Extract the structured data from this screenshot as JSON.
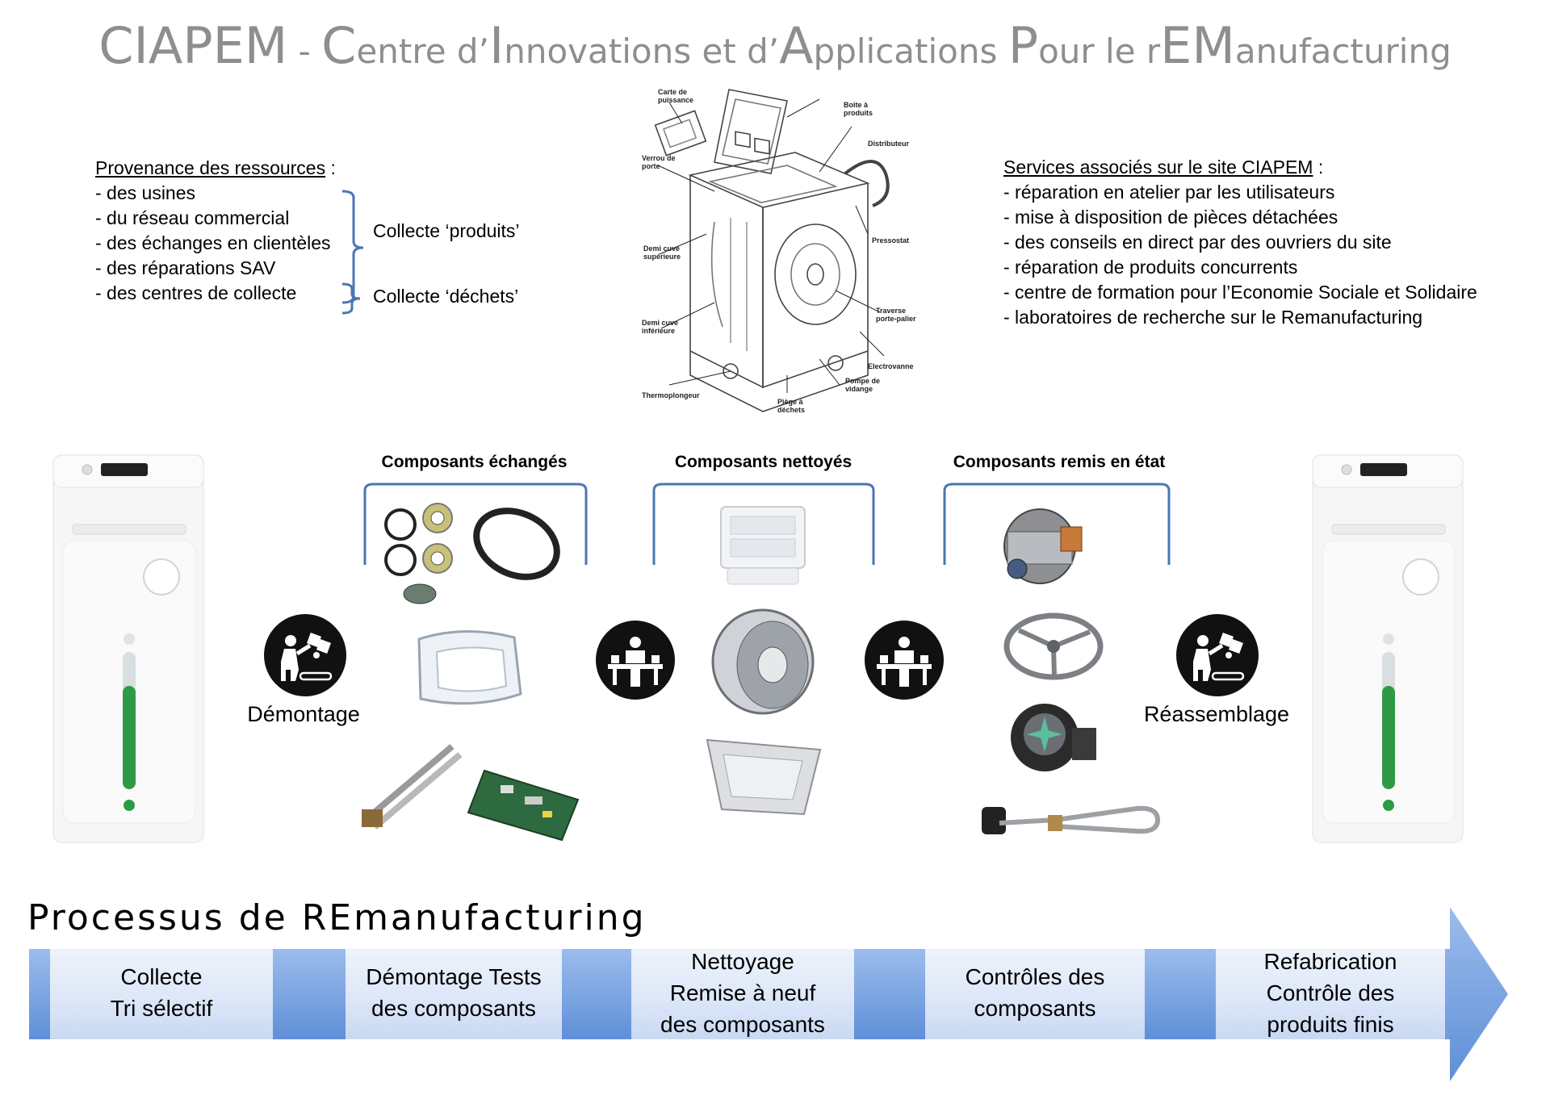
{
  "title": {
    "parts": [
      {
        "text": "CIAPEM",
        "big": true
      },
      {
        "text": " - ",
        "big": false
      },
      {
        "text": "C",
        "big": true
      },
      {
        "text": "entre d’",
        "big": false
      },
      {
        "text": "I",
        "big": true
      },
      {
        "text": "nnovations et d’",
        "big": false
      },
      {
        "text": "A",
        "big": true
      },
      {
        "text": "pplications ",
        "big": false
      },
      {
        "text": "P",
        "big": true
      },
      {
        "text": "our le r",
        "big": false
      },
      {
        "text": "EM",
        "big": true
      },
      {
        "text": "anufacturing",
        "big": false
      }
    ]
  },
  "resources": {
    "heading": "Provenance des ressources",
    "heading_suffix": " :",
    "items": [
      "- des usines",
      "- du réseau commercial",
      "- des échanges en clientèles",
      "- des réparations SAV",
      "- des centres de collecte"
    ],
    "group_products": "Collecte ‘produits’",
    "group_waste": "Collecte ‘déchets’"
  },
  "diagram_labels": {
    "carte": [
      "Carte de",
      "puissance"
    ],
    "boite": [
      "Boite à",
      "produits"
    ],
    "distributeur": [
      "Distributeur"
    ],
    "verrou": [
      "Verrou de",
      "porte"
    ],
    "pressostat": [
      "Pressostat"
    ],
    "demi_sup": [
      "Demi cuve",
      "supérieure"
    ],
    "traverse": [
      "Traverse",
      "porte-palier"
    ],
    "demi_inf": [
      "Demi cuve",
      "inférieure"
    ],
    "electrovanne": [
      "Electrovanne"
    ],
    "thermo": [
      "Thermoplongeur"
    ],
    "pompe": [
      "Pompe de",
      "vidange"
    ],
    "piege": [
      "Piège à",
      "déchets"
    ]
  },
  "services": {
    "heading": "Services associés sur le site CIAPEM",
    "heading_suffix": " :",
    "items": [
      "- réparation en atelier par les utilisateurs",
      "- mise à disposition de pièces détachées",
      "- des conseils en direct par des ouvriers du site",
      "- réparation de produits concurrents",
      "- centre de formation pour l’Economie Sociale et Solidaire",
      "- laboratoires de recherche sur le Remanufacturing"
    ]
  },
  "sections": {
    "exchanged": "Composants échangés",
    "cleaned": "Composants nettoyés",
    "refurbished": "Composants remis en état"
  },
  "steps": {
    "disassembly": "Démontage",
    "reassembly": "Réassemblage"
  },
  "process": {
    "title": "Processus de REmanufacturing",
    "stages": [
      [
        "Collecte",
        "Tri sélectif"
      ],
      [
        "Démontage Tests",
        "des composants"
      ],
      [
        "Nettoyage",
        "Remise à neuf",
        "des composants"
      ],
      [
        "Contrôles des",
        "composants"
      ],
      [
        "Refabrication",
        "Contrôle des",
        "produits finis"
      ]
    ]
  },
  "colors": {
    "title_gray": "#8e8e8e",
    "bracket_blue": "#4a76b5",
    "band_light": "#dce6f7",
    "band_dark": "#7ba2e0",
    "icon_bg": "#111111",
    "washer_green": "#2e9a45"
  },
  "icons": [
    "worker-puzzle-icon",
    "workbench-icon"
  ]
}
